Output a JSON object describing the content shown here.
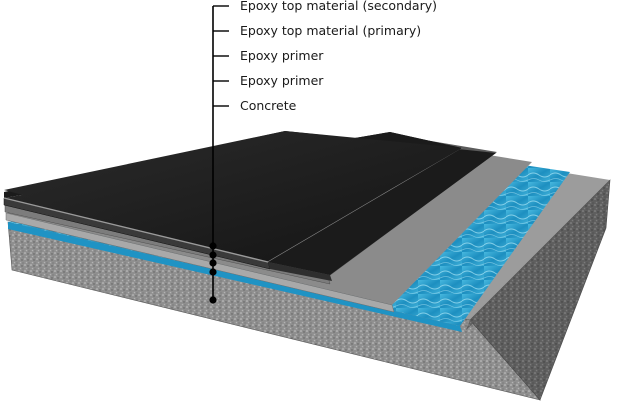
{
  "diagram": {
    "labels": [
      "Epoxy top material (secondary)",
      "Epoxy top material (primary)",
      "Epoxy primer",
      "Epoxy primer",
      "Concrete"
    ],
    "colors": {
      "top_secondary": "#1f1f1f",
      "top_primary": "#2a2a2a",
      "primer_upper": "#6d6d6d",
      "primer_lower": "#9a9a9a",
      "water": "#2fa3cf",
      "concrete": "#8e8e8e",
      "leader_line": "#000000"
    }
  }
}
